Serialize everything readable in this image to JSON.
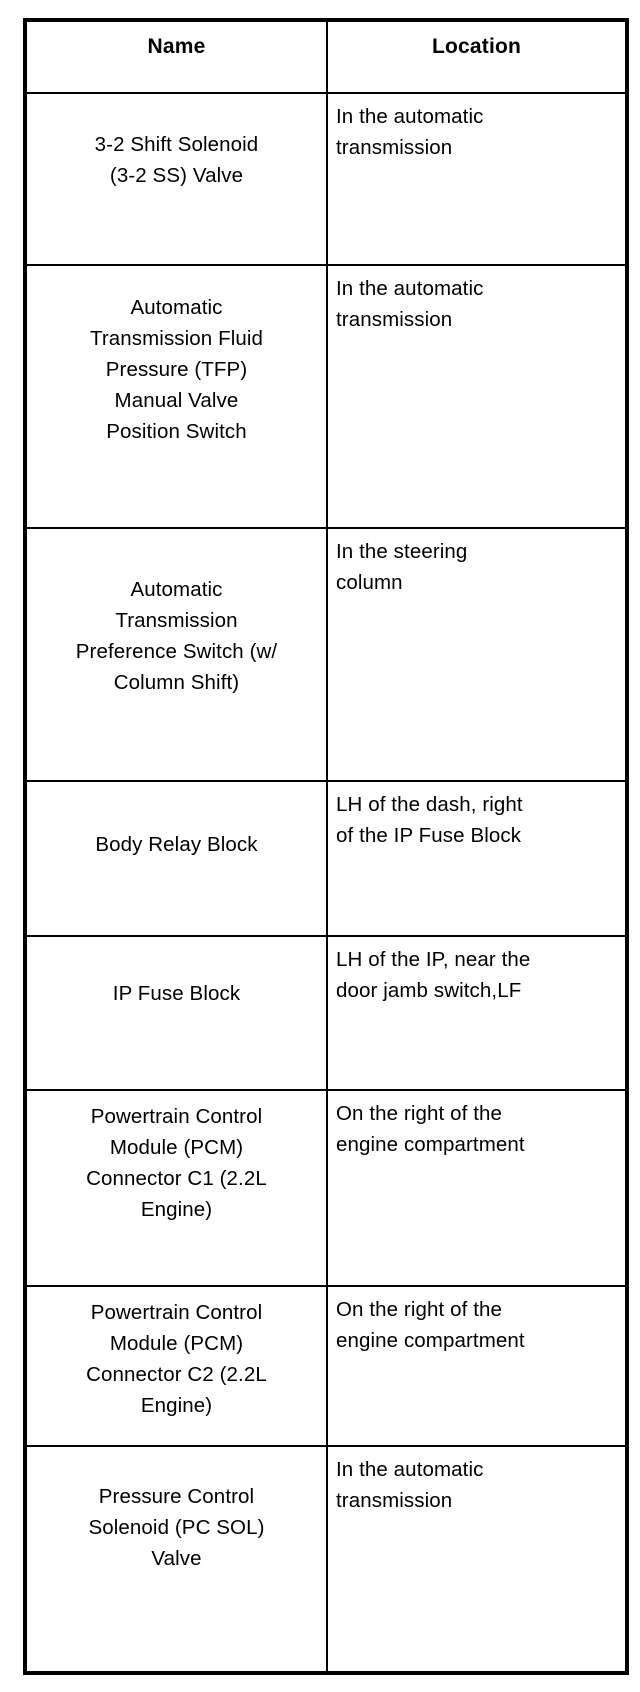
{
  "table": {
    "columns": [
      {
        "key": "name",
        "label": "Name",
        "align": "center"
      },
      {
        "key": "location",
        "label": "Location",
        "align": "left"
      }
    ],
    "rows": [
      {
        "name": "3-2 Shift Solenoid\n(3-2 SS) Valve",
        "location": "In the automatic\ntransmission"
      },
      {
        "name": "Automatic\nTransmission Fluid\nPressure (TFP)\nManual Valve\nPosition Switch",
        "location": "In the automatic\ntransmission"
      },
      {
        "name": "Automatic\nTransmission\nPreference Switch (w/\nColumn Shift)",
        "location": "In the steering\ncolumn"
      },
      {
        "name": "Body Relay Block",
        "location": "LH of the dash, right\nof the IP Fuse Block"
      },
      {
        "name": "IP Fuse Block",
        "location": "LH of the IP, near the\ndoor jamb switch,LF"
      },
      {
        "name": "Powertrain Control\nModule (PCM)\nConnector C1 (2.2L\nEngine)",
        "location": "On the right of the\nengine compartment"
      },
      {
        "name": "Powertrain Control\nModule (PCM)\nConnector  C2 (2.2L\nEngine)",
        "location": "On the right of the\nengine compartment"
      },
      {
        "name": "Pressure Control\nSolenoid (PC SOL)\nValve",
        "location": "In the automatic\ntransmission"
      }
    ]
  },
  "style": {
    "border_color": "#000000",
    "text_color": "#000000",
    "background": "#ffffff"
  }
}
